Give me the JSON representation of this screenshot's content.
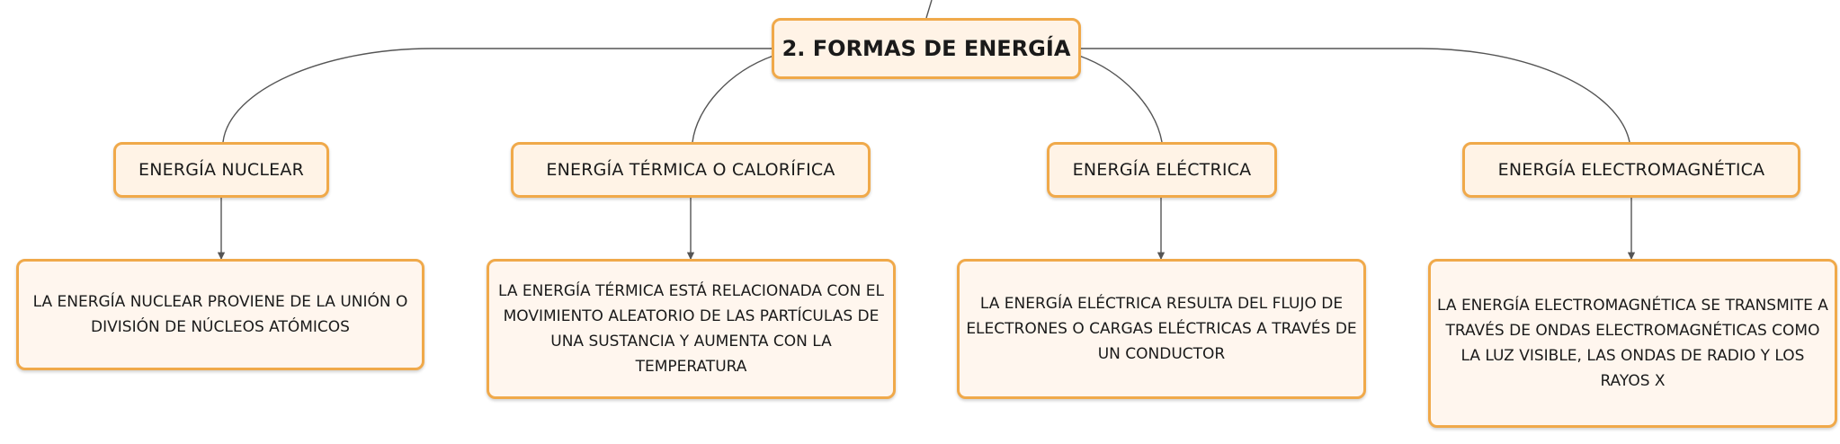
{
  "root": {
    "label": "2. FORMAS DE ENERGÍA"
  },
  "branches": [
    {
      "title": "ENERGÍA NUCLEAR",
      "description": "LA ENERGÍA NUCLEAR PROVIENE DE LA UNIÓN O DIVISIÓN DE NÚCLEOS ATÓMICOS"
    },
    {
      "title": "ENERGÍA TÉRMICA O CALORÍFICA",
      "description": "LA ENERGÍA TÉRMICA ESTÁ RELACIONADA CON EL MOVIMIENTO ALEATORIO DE LAS PARTÍCULAS DE UNA SUSTANCIA Y AUMENTA CON LA TEMPERATURA"
    },
    {
      "title": "ENERGÍA ELÉCTRICA",
      "description": "LA ENERGÍA ELÉCTRICA RESULTA DEL FLUJO DE ELECTRONES O CARGAS ELÉCTRICAS A TRAVÉS DE UN CONDUCTOR"
    },
    {
      "title": "ENERGÍA ELECTROMAGNÉTICA",
      "description": "LA ENERGÍA ELECTROMAGNÉTICA SE TRANSMITE A TRAVÉS DE ONDAS ELECTROMAGNÉTICAS COMO LA LUZ VISIBLE, LAS ONDAS DE RADIO Y LOS RAYOS X"
    }
  ],
  "colors": {
    "border": "#f0a94a",
    "fill": "#fff3e6",
    "line": "#555555"
  }
}
